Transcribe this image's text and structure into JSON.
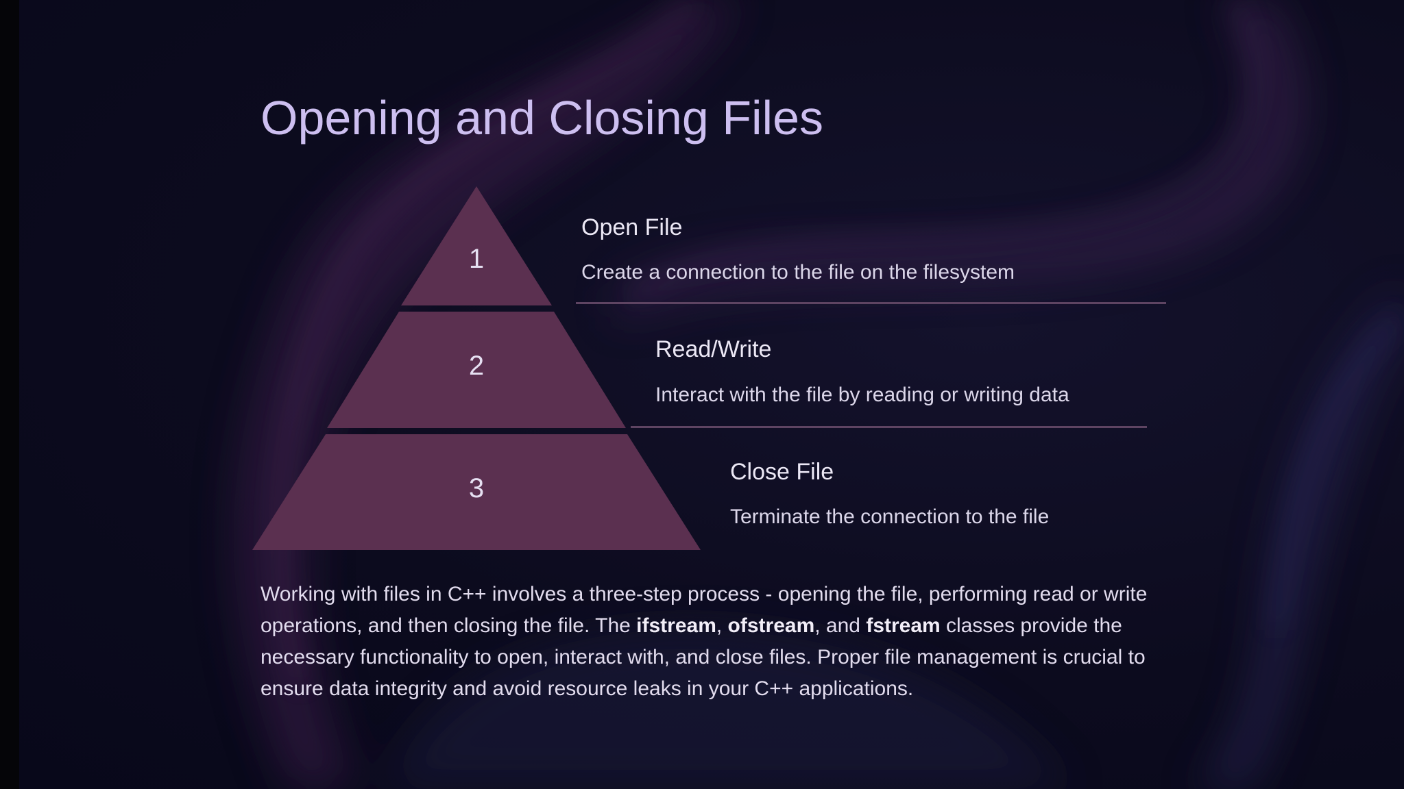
{
  "slide": {
    "title": "Opening and Closing Files",
    "colors": {
      "background": "#0b0a1c",
      "title": "#cdbff0",
      "pyramid_fill": "#5b3050",
      "divider": "#5e4462"
    }
  },
  "pyramid": {
    "tiers": [
      {
        "number": "1",
        "title": "Open File",
        "description": "Create a connection to the file on the filesystem"
      },
      {
        "number": "2",
        "title": "Read/Write",
        "description": "Interact with the file by reading or writing data"
      },
      {
        "number": "3",
        "title": "Close File",
        "description": "Terminate the connection to the file"
      }
    ]
  },
  "body": {
    "part1": "Working with files in C++ involves a three-step process - opening the file, performing read or write operations, and then closing the file. The ",
    "kw1": "ifstream",
    "sep1": ", ",
    "kw2": "ofstream",
    "sep2": ", and ",
    "kw3": "fstream",
    "part2": " classes provide the necessary functionality to open, interact with, and close files. Proper file management is crucial to ensure data integrity and avoid resource leaks in your C++ applications."
  }
}
